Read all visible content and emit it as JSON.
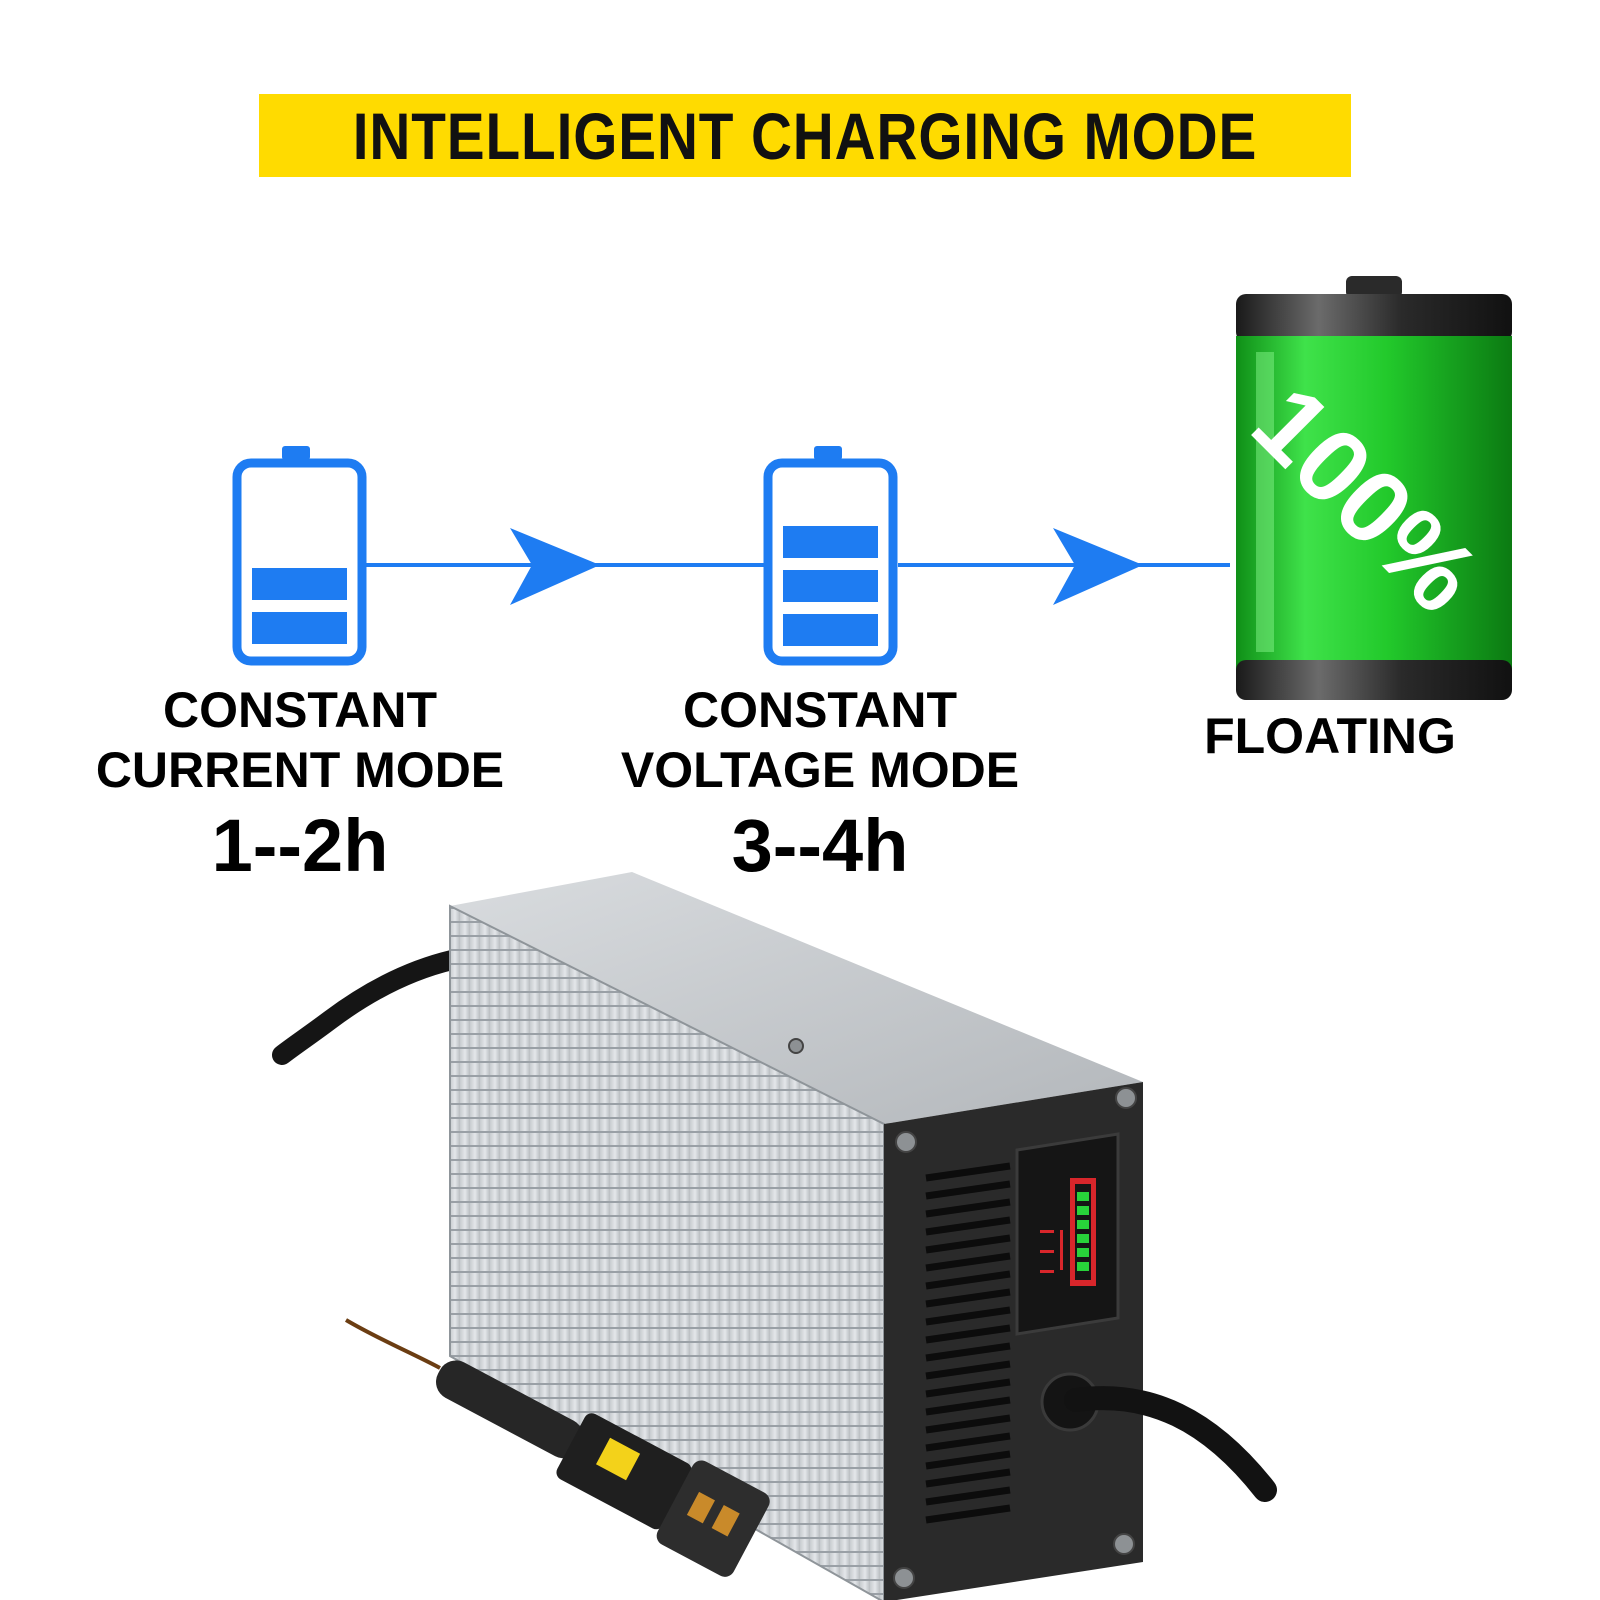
{
  "banner": {
    "title": "INTELLIGENT CHARGING MODE"
  },
  "stages": [
    {
      "line1": "CONSTANT",
      "line2": "CURRENT MODE",
      "duration": "1--2h",
      "fill_bars": 2
    },
    {
      "line1": "CONSTANT",
      "line2": "VOLTAGE MODE",
      "duration": "3--4h",
      "fill_bars": 3
    },
    {
      "line1": "FLOATING",
      "battery_text": "100%"
    }
  ],
  "colors": {
    "banner": "#ffdb00",
    "flow": "#1e7cf2",
    "battery_green": "#2bcf33"
  },
  "icons": [
    "battery-two-bars-icon",
    "battery-three-bars-icon",
    "arrow-right-icon",
    "full-green-battery-icon",
    "golf-cart-charger-photo"
  ]
}
